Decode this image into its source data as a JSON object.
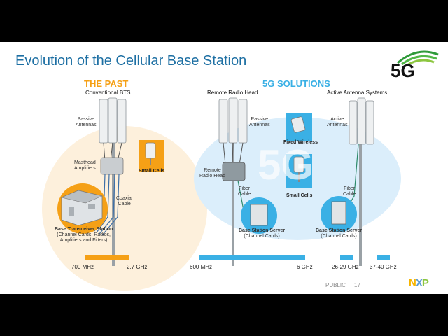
{
  "slide": {
    "title": "Evolution of the Cellular Base Station",
    "logo_text": "5G",
    "past": {
      "heading": "THE PAST",
      "subheading": "Conventional BTS",
      "labels": {
        "passive_antennas": [
          "Passive",
          "Antennas"
        ],
        "masthead_amplifiers": [
          "Masthead",
          "Amplifiers"
        ],
        "coaxial_cable": [
          "Coaxial",
          "Cable"
        ],
        "small_cells": "Small Cells",
        "bts": [
          "Base Transceiver Station",
          "(Channel Cards, Radios,",
          "Amplifiers and Filters)"
        ]
      }
    },
    "solutions": {
      "heading": "5G SOLUTIONS",
      "watermark": "5G",
      "rrh": {
        "subheading": "Remote Radio Head",
        "passive_antennas": [
          "Passive",
          "Antennas"
        ],
        "remote_radio_head": [
          "Remote",
          "Radio Head"
        ],
        "fiber_cable": [
          "Fiber",
          "Cable"
        ],
        "server": "Base Station Server",
        "server_sub": "(Channel Cards)"
      },
      "middle": {
        "fixed_wireless": "Fixed Wireless",
        "small_cells": "Small Cells"
      },
      "aas": {
        "subheading": "Active Antenna Systems",
        "active_antennas": [
          "Active",
          "Antennas"
        ],
        "fiber_cable": [
          "Fiber",
          "Cable"
        ],
        "server": "Base Station Server",
        "server_sub": "(Channel Cards)"
      }
    },
    "spectrum": {
      "past": {
        "low": "700 MHz",
        "high": "2.7 GHz"
      },
      "sub6": {
        "low": "600 MHz",
        "high": "6 GHz"
      },
      "mmwave1": "26-29 GHz",
      "mmwave2": "37-40 GHz"
    },
    "footer": {
      "classification": "PUBLIC",
      "page": "17",
      "brand": "NXP"
    },
    "colors": {
      "title": "#1d6fa3",
      "orange": "#f5a016",
      "blue": "#3ab0e5",
      "pale_orange": "#fdf0dc",
      "pale_blue": "#dbeefb"
    }
  }
}
